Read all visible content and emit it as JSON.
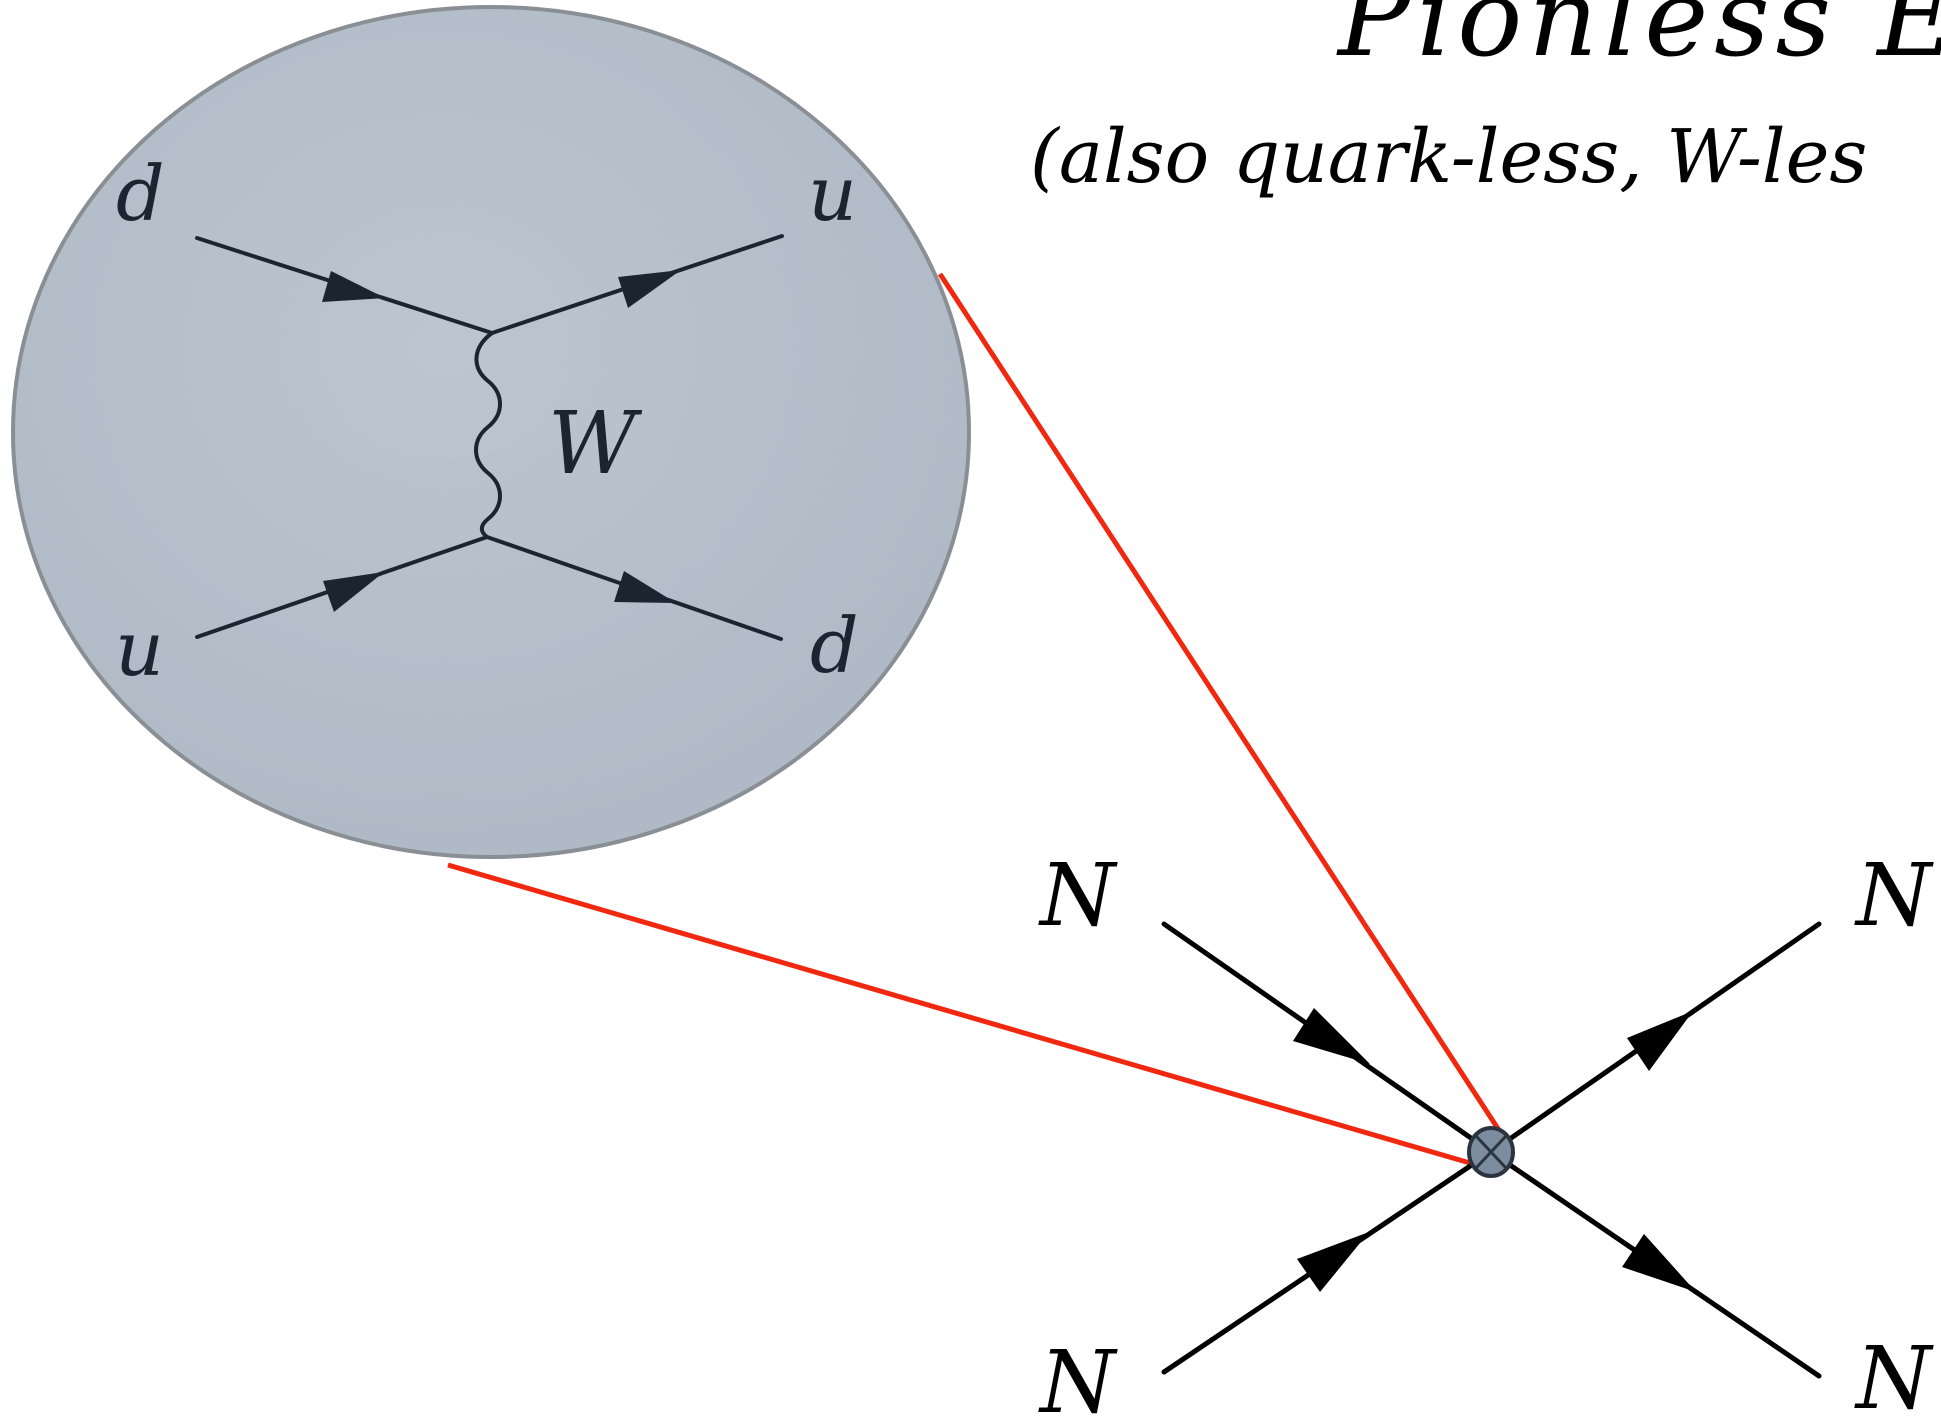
{
  "title": "Pionless  E",
  "subtitle": "(also quark-less, W-les",
  "quark_diagram": {
    "incoming_top": "d",
    "outgoing_top": "u",
    "incoming_bottom": "u",
    "outgoing_bottom": "d",
    "exchange_boson": "W"
  },
  "nucleon_diagram": {
    "in_top": "N",
    "out_top": "N",
    "in_bottom": "N",
    "out_bottom": "N"
  },
  "colors": {
    "zoom_lines": "#f02810",
    "bubble_fill": "#b5bfca",
    "bubble_edge": "#8a8f95",
    "quark_lines": "#1c2430",
    "nucleon_lines": "#000000",
    "vertex_fill": "#7d8da0"
  }
}
